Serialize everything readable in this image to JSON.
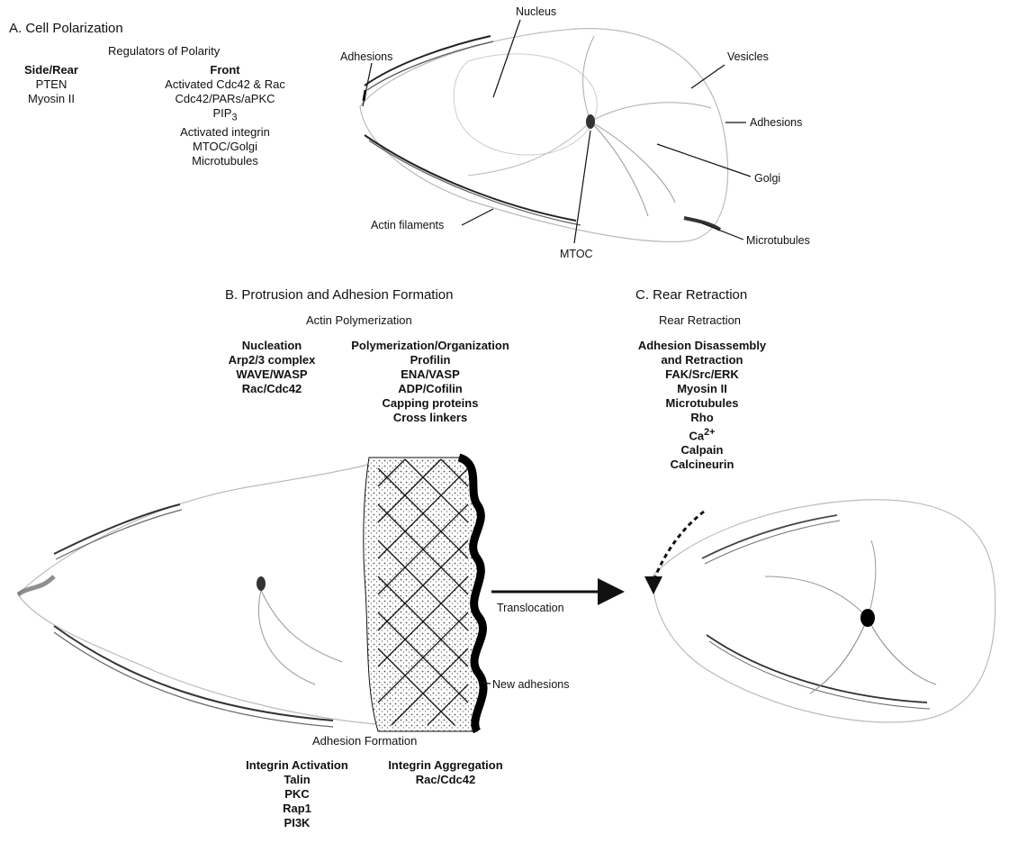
{
  "panels": {
    "a": {
      "title": "A. Cell Polarization",
      "subtitle": "Regulators of Polarity",
      "side_heading": "Side/Rear",
      "side_items": [
        "PTEN",
        "Myosin II"
      ],
      "front_heading": "Front",
      "front_items": [
        "Activated Cdc42 & Rac",
        "Cdc42/PARs/aPKC",
        "PIP",
        "Activated integrin",
        "MTOC/Golgi",
        "Microtubules"
      ],
      "pip_subscript": "3",
      "labels": {
        "nucleus": "Nucleus",
        "adhesions_left": "Adhesions",
        "vesicles": "Vesicles",
        "adhesions_right": "Adhesions",
        "golgi": "Golgi",
        "microtubules": "Microtubules",
        "actin": "Actin filaments",
        "mtoc": "MTOC"
      }
    },
    "b": {
      "title": "B. Protrusion and Adhesion Formation",
      "subtitle": "Actin Polymerization",
      "nucleation_heading": "Nucleation",
      "nucleation_items": [
        "Arp2/3 complex",
        "WAVE/WASP",
        "Rac/Cdc42"
      ],
      "polymerization_heading": "Polymerization/Organization",
      "polymerization_items": [
        "Profilin",
        "ENA/VASP",
        "ADP/Cofilin",
        "Capping proteins",
        "Cross linkers"
      ],
      "translocation": "Translocation",
      "new_adhesions": "New adhesions",
      "adhesion_title": "Adhesion Formation",
      "integrin_activation_heading": "Integrin Activation",
      "integrin_activation_items": [
        "Talin",
        "PKC",
        "Rap1",
        "PI3K"
      ],
      "integrin_aggregation_heading": "Integrin Aggregation",
      "integrin_aggregation_items": [
        "Rac/Cdc42"
      ]
    },
    "c": {
      "title": "C. Rear Retraction",
      "subtitle": "Rear Retraction",
      "heading_line1": "Adhesion Disassembly",
      "heading_line2": "and Retraction",
      "items": [
        "FAK/Src/ERK",
        "Myosin II",
        "Microtubules",
        "Rho",
        "Ca",
        "Calpain",
        "Calcineurin"
      ],
      "ca_superscript": "2+"
    }
  }
}
